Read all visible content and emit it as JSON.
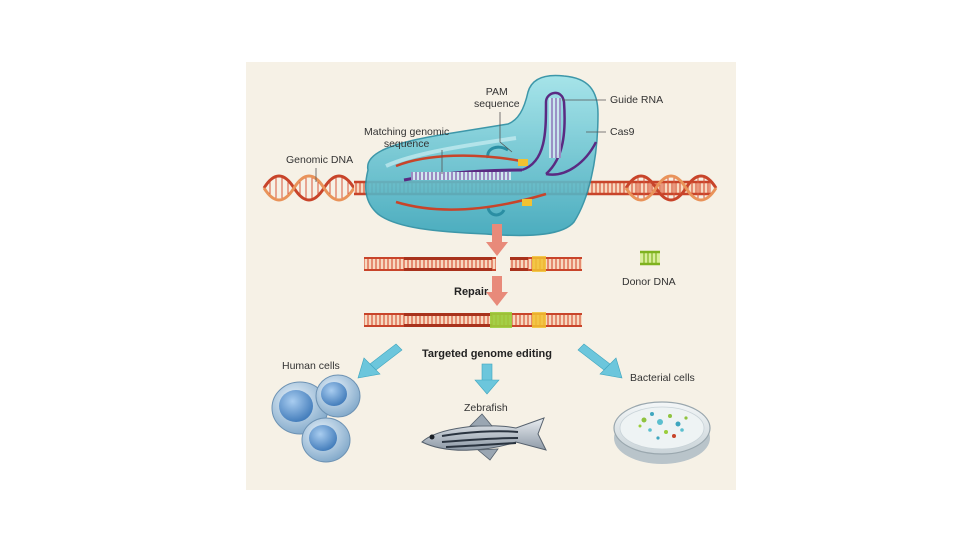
{
  "labels": {
    "pam_sequence": "PAM\nsequence",
    "guide_rna": "Guide RNA",
    "cas9": "Cas9",
    "matching_genomic_sequence": "Matching genomic\nsequence",
    "genomic_dna": "Genomic DNA",
    "donor_dna": "Donor DNA",
    "repair": "Repair",
    "targeted_genome_editing": "Targeted genome editing",
    "human_cells": "Human cells",
    "zebrafish": "Zebrafish",
    "bacterial_cells": "Bacterial cells"
  },
  "colors": {
    "background": "#f6f1e6",
    "dna_red": "#c8442a",
    "dna_orange": "#e9935a",
    "cas9_teal": "#5bbfcf",
    "guide_rna_purple": "#5a2a82",
    "pam_yellow": "#f2c230",
    "donor_green": "#9acd3a",
    "arrow_pink": "#e88a7a",
    "arrow_blue": "#6cc6dc"
  }
}
